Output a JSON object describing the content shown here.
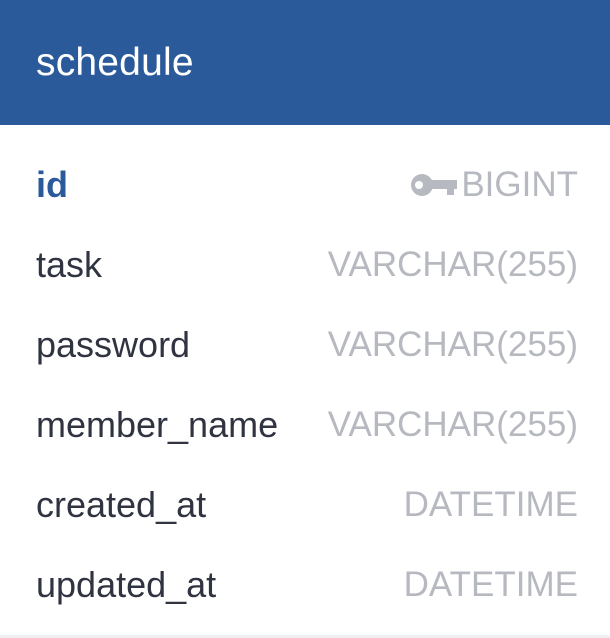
{
  "table": {
    "name": "schedule",
    "header_color": "#2b5a9b",
    "columns": [
      {
        "name": "id",
        "type": "BIGINT",
        "primary_key": true,
        "icon": "key-icon"
      },
      {
        "name": "task",
        "type": "VARCHAR(255)",
        "primary_key": false
      },
      {
        "name": "password",
        "type": "VARCHAR(255)",
        "primary_key": false
      },
      {
        "name": "member_name",
        "type": "VARCHAR(255)",
        "primary_key": false
      },
      {
        "name": "created_at",
        "type": "DATETIME",
        "primary_key": false
      },
      {
        "name": "updated_at",
        "type": "DATETIME",
        "primary_key": false
      }
    ]
  }
}
